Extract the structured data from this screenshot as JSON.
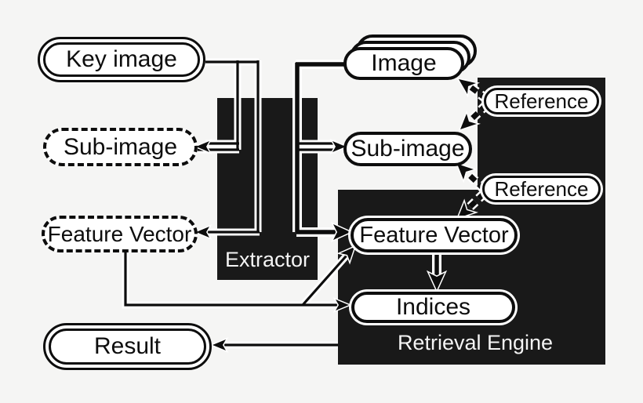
{
  "canvas": {
    "background_color": "#f5f5f4",
    "ink_color": "#0d0d0d",
    "box_fill_color": "#191919",
    "node_fill_color": "#ffffff",
    "box_text_color": "#f4f4f4"
  },
  "boxes": {
    "extractor": {
      "label": "Extractor"
    },
    "retrieval_engine": {
      "label": "Retrieval Engine"
    },
    "reference_store": {
      "label": ""
    }
  },
  "nodes": {
    "key_image": {
      "label": "Key image"
    },
    "sub_image_left": {
      "label": "Sub-image"
    },
    "feature_vector_left": {
      "label": "Feature Vector"
    },
    "result": {
      "label": "Result"
    },
    "image_stack": {
      "label": "Image"
    },
    "sub_image_right": {
      "label": "Sub-image"
    },
    "reference_top": {
      "label": "Reference"
    },
    "reference_bottom": {
      "label": "Reference"
    },
    "feature_vector_engine": {
      "label": "Feature Vector"
    },
    "indices": {
      "label": "Indices"
    }
  }
}
